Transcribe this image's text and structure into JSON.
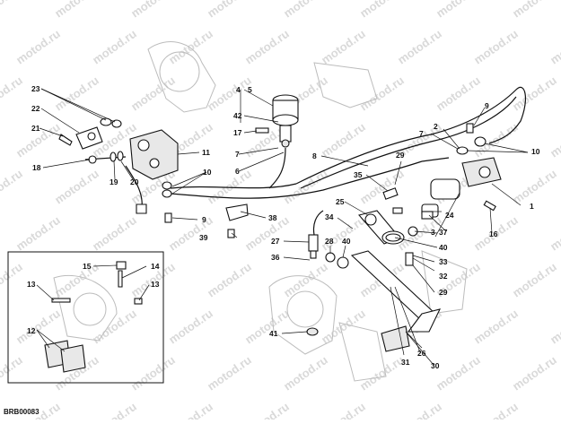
{
  "watermark": "motod.ru",
  "diagram_code": "BRB00083",
  "callouts": [
    {
      "id": "c1",
      "text": "1"
    },
    {
      "id": "c2",
      "text": "2"
    },
    {
      "id": "c3",
      "text": "3"
    },
    {
      "id": "c4",
      "text": "4"
    },
    {
      "id": "c5",
      "text": "5"
    },
    {
      "id": "c6",
      "text": "6"
    },
    {
      "id": "c7a",
      "text": "7"
    },
    {
      "id": "c7b",
      "text": "7"
    },
    {
      "id": "c8",
      "text": "8"
    },
    {
      "id": "c9a",
      "text": "9"
    },
    {
      "id": "c9b",
      "text": "9"
    },
    {
      "id": "c10a",
      "text": "10"
    },
    {
      "id": "c10b",
      "text": "10"
    },
    {
      "id": "c11",
      "text": "11"
    },
    {
      "id": "c12",
      "text": "12"
    },
    {
      "id": "c13a",
      "text": "13"
    },
    {
      "id": "c13b",
      "text": "13"
    },
    {
      "id": "c14",
      "text": "14"
    },
    {
      "id": "c15",
      "text": "15"
    },
    {
      "id": "c16",
      "text": "16"
    },
    {
      "id": "c17",
      "text": "17"
    },
    {
      "id": "c18",
      "text": "18"
    },
    {
      "id": "c19",
      "text": "19"
    },
    {
      "id": "c20",
      "text": "20"
    },
    {
      "id": "c21",
      "text": "21"
    },
    {
      "id": "c22",
      "text": "22"
    },
    {
      "id": "c23",
      "text": "23"
    },
    {
      "id": "c24",
      "text": "24"
    },
    {
      "id": "c25",
      "text": "25"
    },
    {
      "id": "c26",
      "text": "26"
    },
    {
      "id": "c27",
      "text": "27"
    },
    {
      "id": "c28",
      "text": "28"
    },
    {
      "id": "c29a",
      "text": "29"
    },
    {
      "id": "c29b",
      "text": "29"
    },
    {
      "id": "c30",
      "text": "30"
    },
    {
      "id": "c31",
      "text": "31"
    },
    {
      "id": "c32",
      "text": "32"
    },
    {
      "id": "c33",
      "text": "33"
    },
    {
      "id": "c34",
      "text": "34"
    },
    {
      "id": "c35",
      "text": "35"
    },
    {
      "id": "c36",
      "text": "36"
    },
    {
      "id": "c37",
      "text": "37"
    },
    {
      "id": "c38",
      "text": "38"
    },
    {
      "id": "c39",
      "text": "39"
    },
    {
      "id": "c40a",
      "text": "40"
    },
    {
      "id": "c40b",
      "text": "40"
    },
    {
      "id": "c41",
      "text": "41"
    },
    {
      "id": "c42",
      "text": "42"
    }
  ]
}
